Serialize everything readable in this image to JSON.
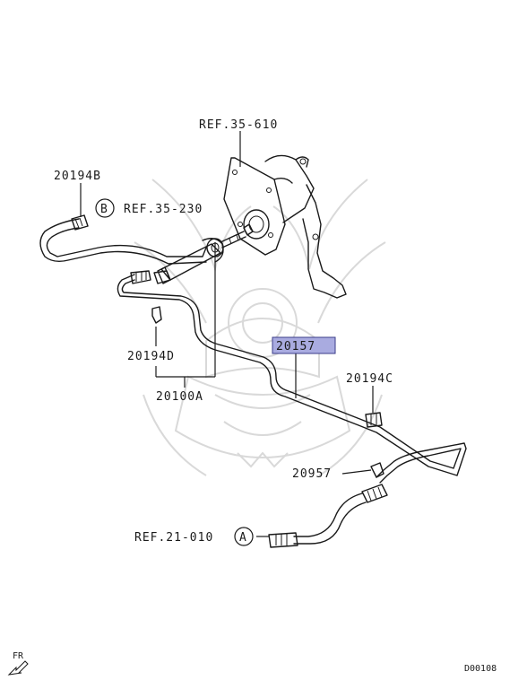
{
  "labels": {
    "ref_35_610": "REF.35-610",
    "part_20194B": "20194B",
    "callout_B": "B",
    "ref_35_230": "REF.35-230",
    "part_20194D": "20194D",
    "part_20100A": "20100A",
    "part_20157": "20157",
    "part_20194C": "20194C",
    "part_20957": "20957",
    "ref_21_010": "REF.21-010",
    "callout_A": "A",
    "direction": "FR",
    "diagram_code": "D00108"
  },
  "colors": {
    "highlight_fill": "#a9abe0",
    "highlight_stroke": "#3b3d8a",
    "line": "#1a1a1a",
    "watermark": "#d9d9d9"
  },
  "icons": {
    "direction_arrow": "fr-arrow-icon"
  }
}
